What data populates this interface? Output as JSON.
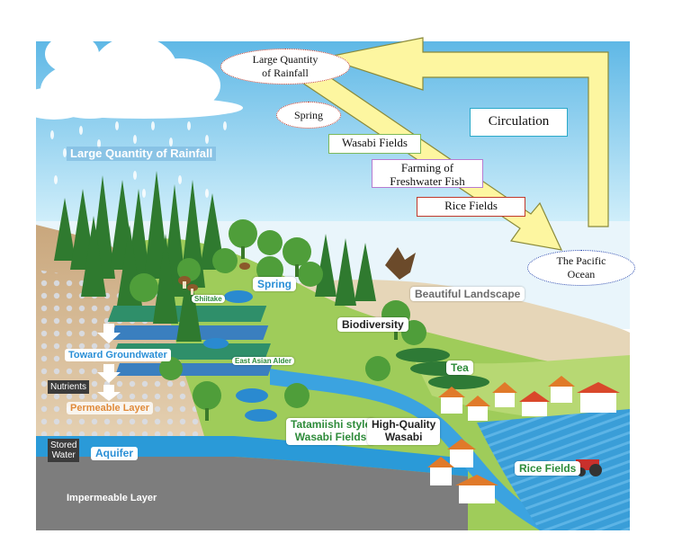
{
  "labels": {
    "large_rain_sky": "Large Quantity of Rainfall",
    "large_rain_ellipse": "Large Quantity\nof Rainfall",
    "spring_ellipse": "Spring",
    "wasabi_fields_box": "Wasabi Fields",
    "farming_box": "Farming of\nFreshwater Fish",
    "rice_fields_box": "Rice Fields",
    "circulation": "Circulation",
    "pacific": "The Pacific\nOcean",
    "spring_scene": "Spring",
    "shiitake": "Shiitake",
    "beautiful_landscape": "Beautiful Landscape",
    "biodiversity": "Biodiversity",
    "east_asian_alder": "East Asian Alder",
    "tea": "Tea",
    "toward_groundwater": "Toward Groundwater",
    "nutrients": "Nutrients",
    "permeable_layer": "Permeable Layer",
    "tatamiishi": "Tatamiishi style\nWasabi Fields",
    "high_quality": "High-Quality\nWasabi",
    "stored_water": "Stored\nWater",
    "aquifer": "Aquifer",
    "impermeable_layer": "Impermeable Layer",
    "rice_fields_scene": "Rice Fields"
  },
  "colors": {
    "sky": "#7cc8ec",
    "arrow": "#fdf6a0",
    "arrow_stroke": "#8a8a3a",
    "soil": "#c8a57a",
    "bedrock": "#808080",
    "water": "#2a9ad8",
    "green_label": "#2e8b3a",
    "blue_label": "#2a8fd6"
  }
}
